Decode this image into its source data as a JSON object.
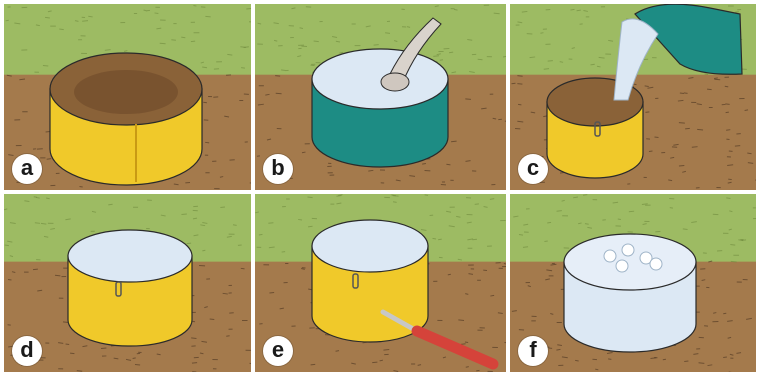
{
  "panels": [
    {
      "label": "a",
      "scene": "empty-mold"
    },
    {
      "label": "b",
      "scene": "plaster-bowl"
    },
    {
      "label": "c",
      "scene": "pour-plaster"
    },
    {
      "label": "d",
      "scene": "filled-mold"
    },
    {
      "label": "e",
      "scene": "open-mold-knife"
    },
    {
      "label": "f",
      "scene": "plaster-cast"
    }
  ],
  "colors": {
    "ground": "#a47a4c",
    "grass": "#9cc266",
    "mold": "#f0c92a",
    "mold_dark": "#c99a14",
    "bowl": "#1d8c84",
    "plaster": "#dce8f4",
    "handle": "#d5433a",
    "frame": "#2a2a2a"
  }
}
